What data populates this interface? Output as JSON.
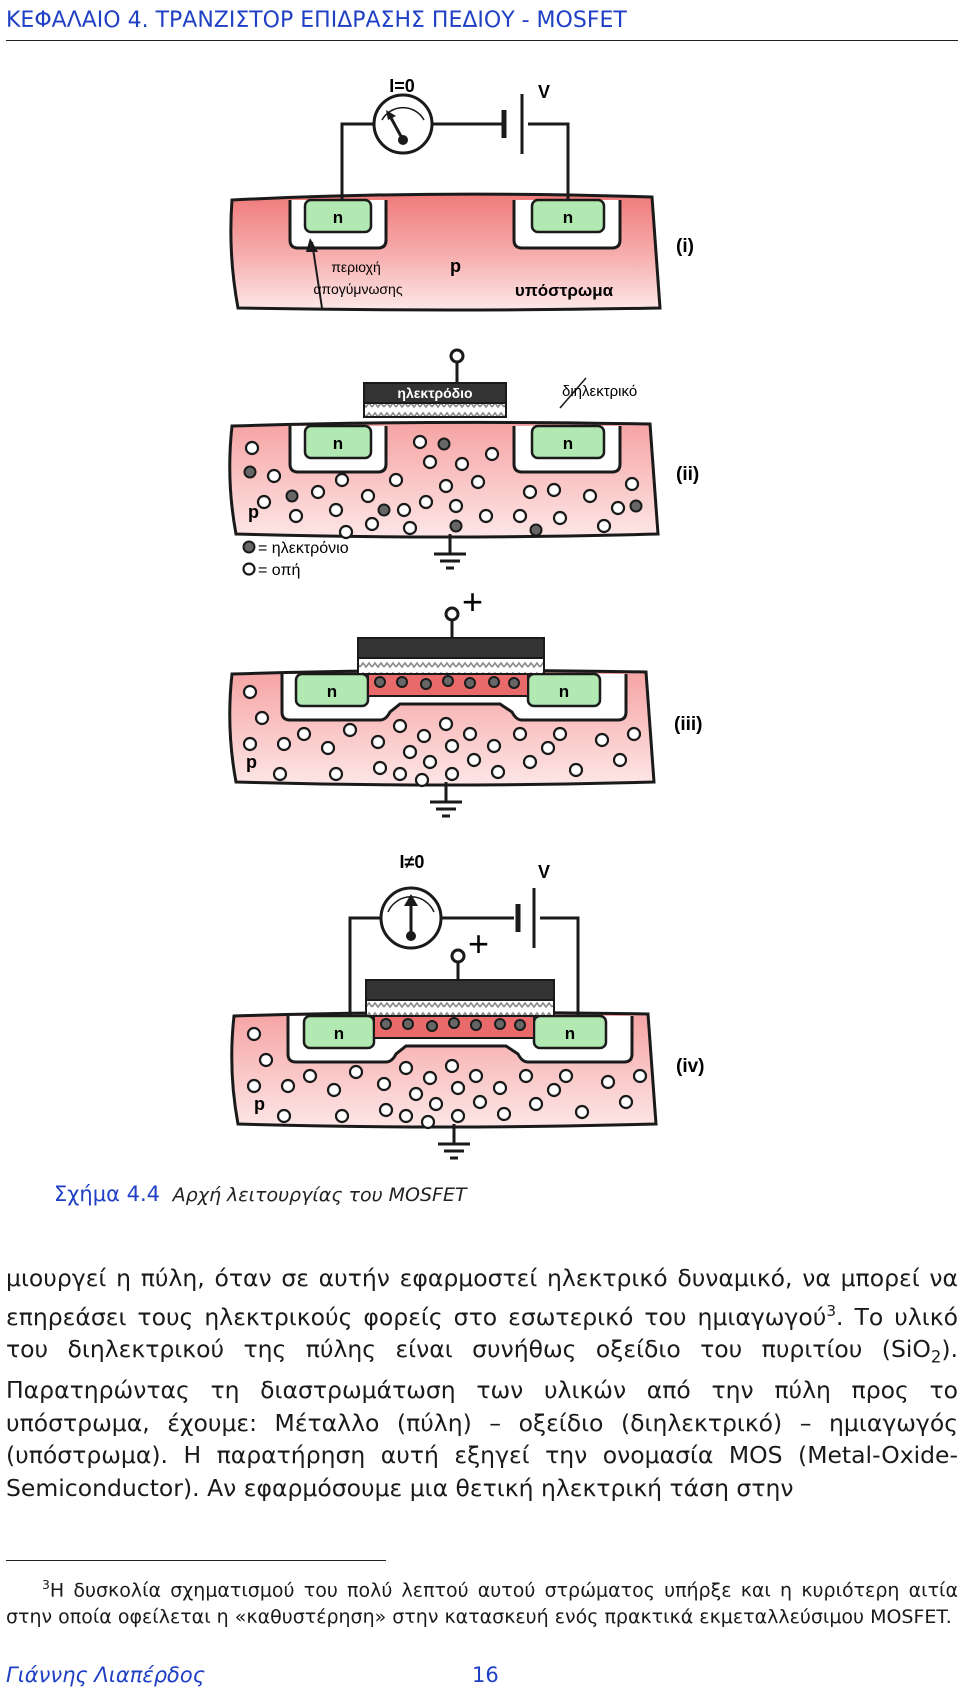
{
  "header": {
    "chapter_title": "ΚΕΦΑΛΑΙΟ 4.  ΤΡΑΝΖΙΣΤΟΡ ΕΠΙΔΡΑΣΗΣ ΠΕΔΙΟΥ - MOSFET"
  },
  "figure": {
    "panel_i": {
      "meter_label": "I=0",
      "voltage_label": "V",
      "source_label": "n",
      "drain_label": "n",
      "depletion_label_1": "περιοχή",
      "depletion_label_2": "απογύμνωσης",
      "p_label": "p",
      "substrate_label": "υπόστρωμα",
      "panel_tag": "(i)"
    },
    "panel_ii": {
      "electrode_label": "ηλεκτρόδιο",
      "dielectric_label": "διηλεκτρικό",
      "source_label": "n",
      "drain_label": "n",
      "p_label": "p",
      "panel_tag": "(ii)",
      "legend_electron": "= ηλεκτρόνιο",
      "legend_hole": "= οπή"
    },
    "panel_iii": {
      "plus_sign": "+",
      "source_label": "n",
      "drain_label": "n",
      "p_label": "p",
      "panel_tag": "(iii)"
    },
    "panel_iv": {
      "meter_label": "I≠0",
      "voltage_label": "V",
      "plus_sign": "+",
      "source_label": "n",
      "drain_label": "n",
      "p_label": "p",
      "panel_tag": "(iv)"
    }
  },
  "caption": {
    "number": "Σχήμα 4.4",
    "title": "Αρχή λειτουργίας του MOSFET"
  },
  "body": {
    "t1": "μιουργεί η πύλη, όταν σε αυτήν εφαρμοστεί ηλεκτρικό δυναμικό, να μπορεί να επηρεάσει τους ηλεκτρικούς φορείς στο εσωτερικό του ημιαγωγού",
    "fn_mark": "3",
    "t2": ". Το υλικό του διηλεκτρικού της πύλης είναι συνήθως οξείδιο του πυριτίου (SiO",
    "sub": "2",
    "t3": "). Παρατηρώντας τη διαστρωμάτωση των υλικών από την πύλη προς το υπόστρωμα, έχουμε: Μέταλλο (πύλη) – οξείδιο (διηλεκτρικό) – ημιαγωγός (υπόστρωμα). Η παρατήρηση αυτή εξηγεί την ονομασία MOS (Metal-Oxide-Semiconductor). Αν εφαρμόσουμε μια θετική ηλεκτρική τάση στην"
  },
  "footnote": {
    "mark": "3",
    "text": "Η δυσκολία σχηματισμού του πολύ λεπτού αυτού στρώματος υπήρξε και η κυριότερη αιτία στην οποία οφείλεται η «καθυστέρηση» στην κατασκευή ενός πρακτικά εκμεταλλεύσιμου MOSFET."
  },
  "footer": {
    "author": "Γιάννης Λιαπέρδος",
    "page_number": "16"
  },
  "colors": {
    "header_blue": "#1f3fc4",
    "substrate_red": "#f07a7a",
    "n_region_green": "#b2e8b2",
    "channel_red": "#e86a6a",
    "electrode_dark": "#333333"
  }
}
